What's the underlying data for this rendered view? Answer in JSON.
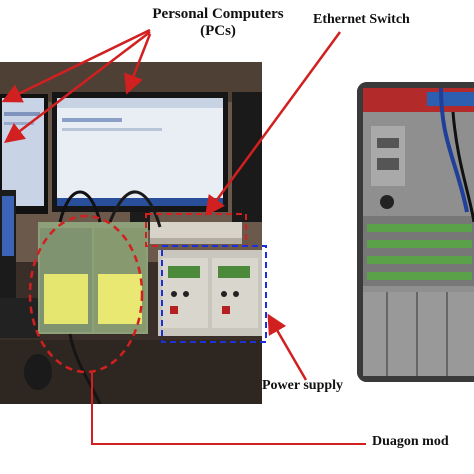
{
  "labels": {
    "pcs_line1": "Personal Computers",
    "pcs_line2": "(PCs)",
    "ethernet_switch": "Ethernet Switch",
    "power_supply": "Power supply",
    "duagon": "Duagon mod"
  },
  "colors": {
    "annotation_red": "#d21f1f",
    "annotation_blue": "#1d2fd6"
  }
}
